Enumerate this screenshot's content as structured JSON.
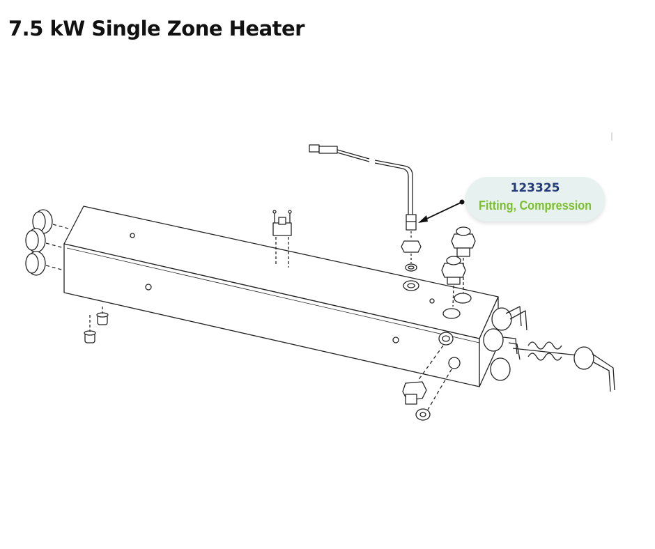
{
  "page": {
    "title": "7.5 kW Single Zone Heater"
  },
  "callout": {
    "part_number": "123325",
    "description": "Fitting, Compression",
    "number_color": "#223a7a",
    "description_color": "#7cbf2c",
    "bubble_color": "#e6f1f0"
  },
  "icons": {
    "leader_arrow": "arrow-icon"
  }
}
